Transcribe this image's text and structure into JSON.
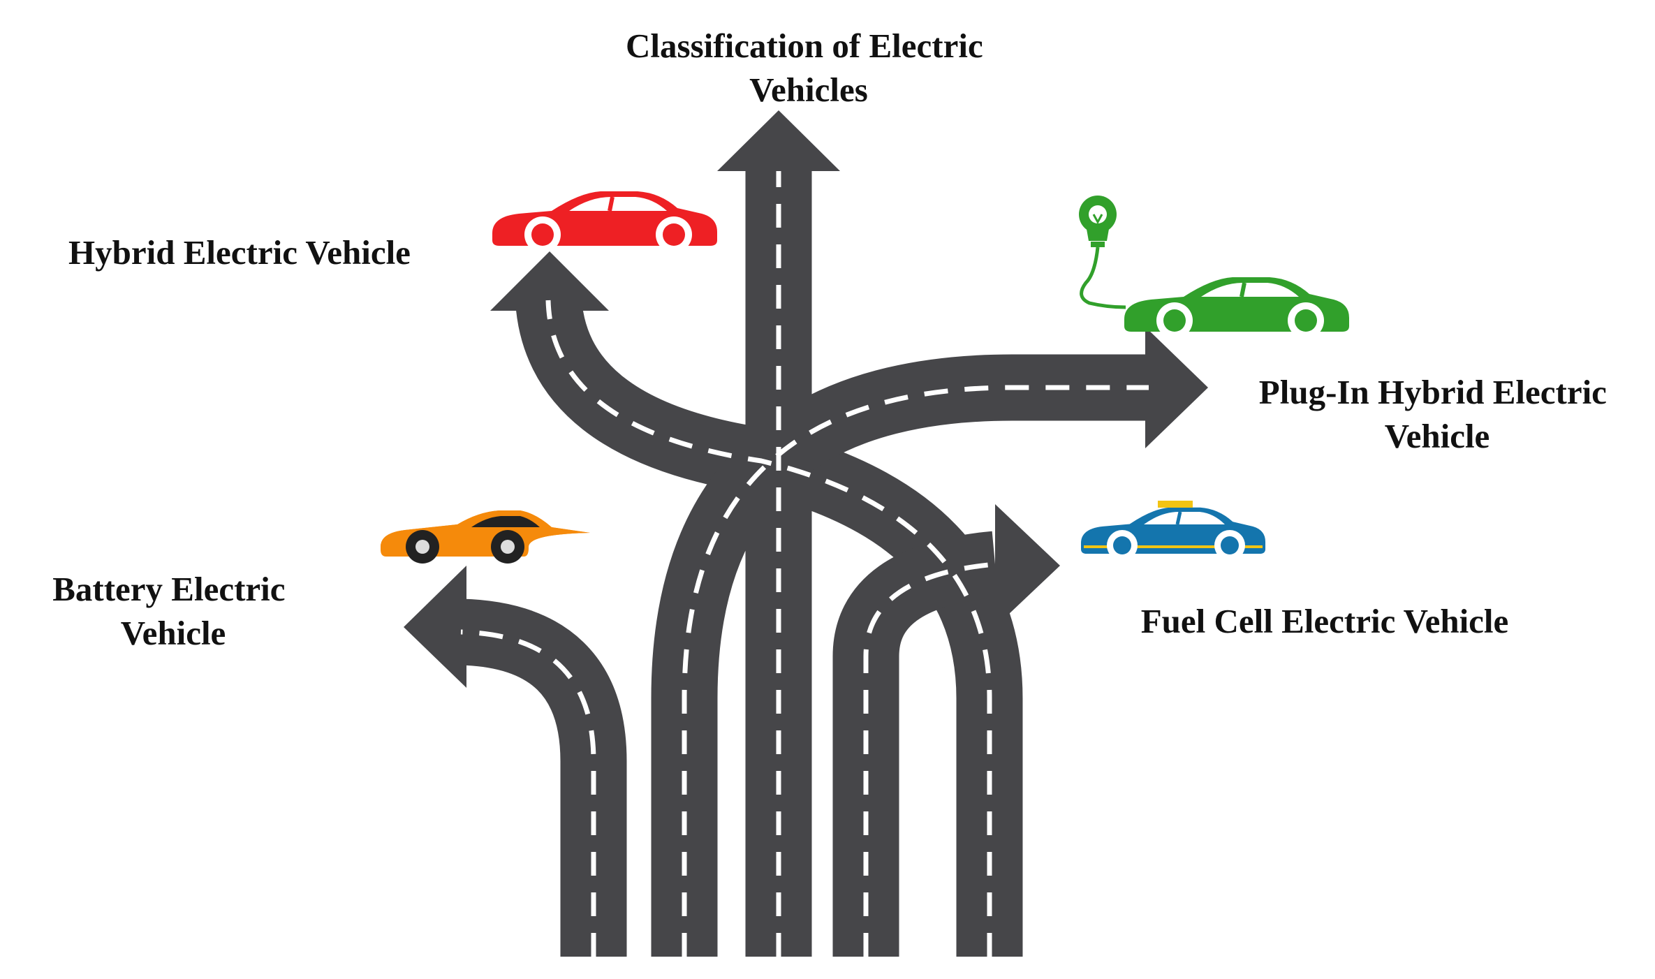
{
  "title_lines": [
    "Classification of Electric",
    "Vehicles"
  ],
  "categories": {
    "hybrid": {
      "lines": [
        "Hybrid Electric Vehicle"
      ],
      "car_color": "#ee2024"
    },
    "plugin": {
      "lines": [
        "Plug-In Hybrid Electric",
        "Vehicle"
      ],
      "car_color": "#31a02b",
      "icon": "light-bulb-plug-icon"
    },
    "battery": {
      "lines": [
        "Battery Electric",
        "Vehicle"
      ],
      "car_color": "#f58a0b"
    },
    "fuelcell": {
      "lines": [
        "Fuel Cell Electric Vehicle"
      ],
      "car_color": "#1475ad"
    }
  },
  "colors": {
    "road": "#464649",
    "lane_marking": "#ffffff",
    "text": "#111111"
  }
}
